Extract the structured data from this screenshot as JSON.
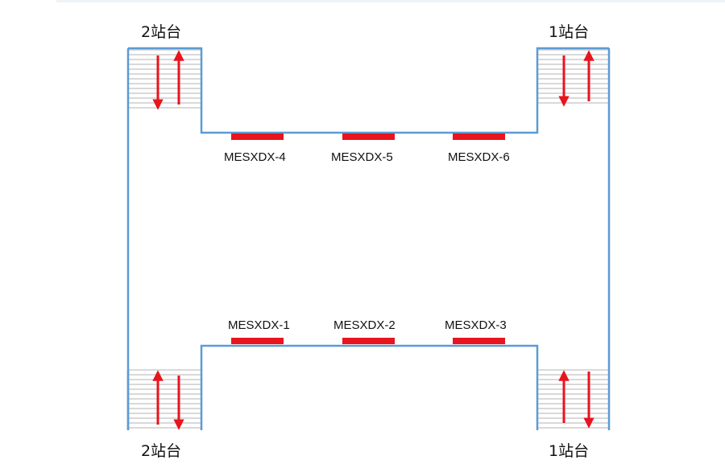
{
  "stations": {
    "top_left": "2站台",
    "top_right": "1站台",
    "bottom_left": "2站台",
    "bottom_right": "1站台"
  },
  "devices": {
    "top": [
      "MESXDX-4",
      "MESXDX-5",
      "MESXDX-6"
    ],
    "bottom": [
      "MESXDX-1",
      "MESXDX-2",
      "MESXDX-3"
    ]
  },
  "colors": {
    "wall": "#5b9bd5",
    "device": "#e8141e",
    "arrow": "#e8141e",
    "stair_line": "#9a9a9a"
  }
}
